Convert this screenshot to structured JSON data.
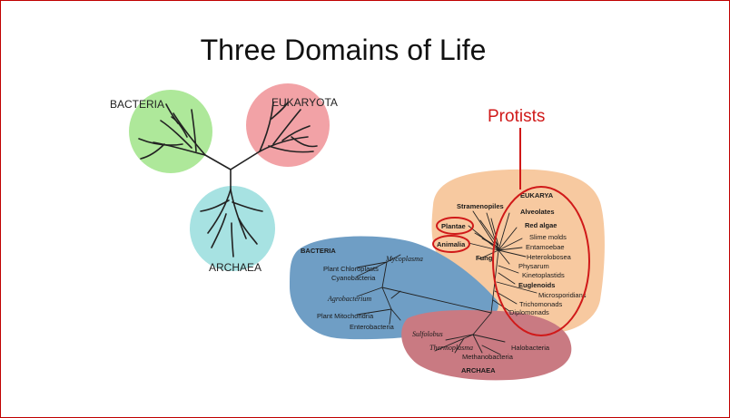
{
  "title": "Three Domains of Life",
  "callout": {
    "text": "Protists",
    "color": "#d01919"
  },
  "left_diagram": {
    "domains": [
      {
        "name": "BACTERIA",
        "color": "#aee89a"
      },
      {
        "name": "EUKARYOTA",
        "color": "#f2a2a6"
      },
      {
        "name": "ARCHAEA",
        "color": "#a7e2e2"
      }
    ]
  },
  "right_diagram": {
    "regions": {
      "eukarya": {
        "label": "EUKARYA",
        "color": "#f7c9a0"
      },
      "bacteria": {
        "label": "BACTERIA",
        "color": "#6f9ec5"
      },
      "archaea": {
        "label": "ARCHAEA",
        "color": "#c97a82"
      }
    },
    "eukarya_taxa": {
      "stramenopiles": "Stramenopiles",
      "alveolates": "Alveolates",
      "plantae": "Plantae",
      "red_algae": "Red algae",
      "animalia": "Animalia",
      "fungi": "Fungi",
      "slime_molds": "Slime molds",
      "entamoebae": "Entamoebae",
      "heterolobosea": "Heterolobosea",
      "physarum": "Physarum",
      "kinetoplastids": "Kinetoplastids",
      "euglenoids": "Euglenoids",
      "microsporidians": "Microsporidians",
      "trichomonads": "Trichomonads",
      "diplomonads": "Diplomonads"
    },
    "bacteria_taxa": {
      "mycoplasma": "Mycoplasma",
      "plant_chloroplasts": "Plant Chloroplasts",
      "cyanobacteria": "Cyanobacteria",
      "agrobacterium": "Agrobacterium",
      "plant_mitochondria": "Plant Mitochondria",
      "enterobacteria": "Enterobacteria"
    },
    "archaea_taxa": {
      "sulfolobus": "Sulfolobus",
      "thermoplasma": "Thermoplasma",
      "halobacteria": "Halobacteria",
      "methanobacteria": "Methanobacteria"
    },
    "highlight_color": "#d01919"
  }
}
